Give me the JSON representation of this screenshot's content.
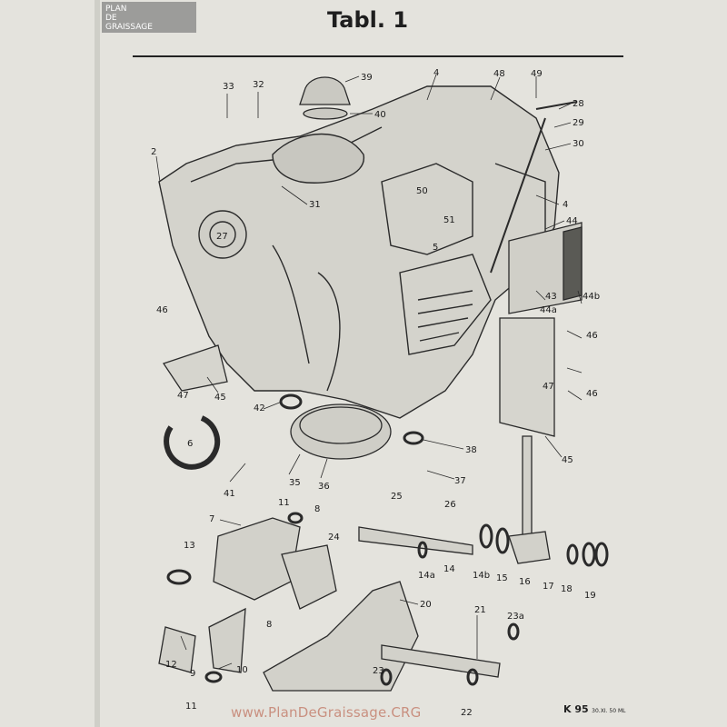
{
  "logo": {
    "line1": "PLAN",
    "line2": "DE",
    "line3": "GRAISSAGE"
  },
  "title": "Tabl. 1",
  "callouts": [
    {
      "id": "c33",
      "text": "33"
    },
    {
      "id": "c32",
      "text": "32"
    },
    {
      "id": "c39",
      "text": "39"
    },
    {
      "id": "c4a",
      "text": "4"
    },
    {
      "id": "c48",
      "text": "48"
    },
    {
      "id": "c49",
      "text": "49"
    },
    {
      "id": "c28",
      "text": "28"
    },
    {
      "id": "c40",
      "text": "40"
    },
    {
      "id": "c29",
      "text": "29"
    },
    {
      "id": "c30",
      "text": "30"
    },
    {
      "id": "c2",
      "text": "2"
    },
    {
      "id": "c31",
      "text": "31"
    },
    {
      "id": "c50",
      "text": "50"
    },
    {
      "id": "c51",
      "text": "51"
    },
    {
      "id": "c4b",
      "text": "4"
    },
    {
      "id": "c44",
      "text": "44"
    },
    {
      "id": "c27",
      "text": "27"
    },
    {
      "id": "c5",
      "text": "5"
    },
    {
      "id": "c43",
      "text": "43"
    },
    {
      "id": "c44b",
      "text": "44b"
    },
    {
      "id": "c44a",
      "text": "44a"
    },
    {
      "id": "c46a",
      "text": "46"
    },
    {
      "id": "c46b",
      "text": "46"
    },
    {
      "id": "c47a",
      "text": "47"
    },
    {
      "id": "c45a",
      "text": "45"
    },
    {
      "id": "c47b",
      "text": "47"
    },
    {
      "id": "c46c",
      "text": "46"
    },
    {
      "id": "c42",
      "text": "42"
    },
    {
      "id": "c6",
      "text": "6"
    },
    {
      "id": "c38",
      "text": "38"
    },
    {
      "id": "c45b",
      "text": "45"
    },
    {
      "id": "c41",
      "text": "41"
    },
    {
      "id": "c35",
      "text": "35"
    },
    {
      "id": "c36",
      "text": "36"
    },
    {
      "id": "c37",
      "text": "37"
    },
    {
      "id": "c25",
      "text": "25"
    },
    {
      "id": "c26",
      "text": "26"
    },
    {
      "id": "c11a",
      "text": "11"
    },
    {
      "id": "c8a",
      "text": "8"
    },
    {
      "id": "c7",
      "text": "7"
    },
    {
      "id": "c24",
      "text": "24"
    },
    {
      "id": "c13",
      "text": "13"
    },
    {
      "id": "c14a",
      "text": "14a"
    },
    {
      "id": "c14",
      "text": "14"
    },
    {
      "id": "c14b",
      "text": "14b"
    },
    {
      "id": "c15",
      "text": "15"
    },
    {
      "id": "c16",
      "text": "16"
    },
    {
      "id": "c17",
      "text": "17"
    },
    {
      "id": "c18",
      "text": "18"
    },
    {
      "id": "c19",
      "text": "19"
    },
    {
      "id": "c8b",
      "text": "8"
    },
    {
      "id": "c20",
      "text": "20"
    },
    {
      "id": "c21",
      "text": "21"
    },
    {
      "id": "c23a",
      "text": "23a"
    },
    {
      "id": "c12",
      "text": "12"
    },
    {
      "id": "c10",
      "text": "10"
    },
    {
      "id": "c9",
      "text": "9"
    },
    {
      "id": "c23",
      "text": "23"
    },
    {
      "id": "c11b",
      "text": "11"
    },
    {
      "id": "c22",
      "text": "22"
    }
  ],
  "watermark": "www.PlanDeGraissage.CRG",
  "footer": {
    "ref": "K 95",
    "ref_small": "30.XI. 50 ML"
  },
  "colors": {
    "paper": "#e4e3dd",
    "ink": "#1a1a1a",
    "watermark": "#c99080",
    "logo_bg": "#9c9c9a"
  }
}
